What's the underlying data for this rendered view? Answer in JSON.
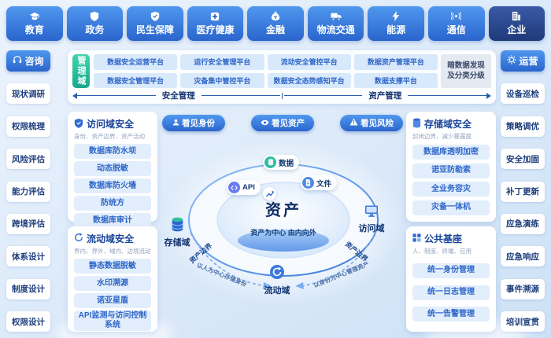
{
  "industries": [
    {
      "label": "教育"
    },
    {
      "label": "政务"
    },
    {
      "label": "民生保障"
    },
    {
      "label": "医疗健康"
    },
    {
      "label": "金融"
    },
    {
      "label": "物流交通"
    },
    {
      "label": "能源"
    },
    {
      "label": "通信"
    },
    {
      "label": "企业"
    }
  ],
  "consult": {
    "title": "咨询",
    "items": [
      "现状调研",
      "权限梳理",
      "风险评估",
      "能力评估",
      "跨境评估",
      "体系设计",
      "制度设计",
      "权限设计"
    ]
  },
  "operate": {
    "title": "运营",
    "items": [
      "设备巡检",
      "策略调优",
      "安全加固",
      "补丁更新",
      "应急演练",
      "应急响应",
      "事件溯源",
      "培训宣贯"
    ]
  },
  "management": {
    "tab": "管理域",
    "row1": [
      "数据安全运营平台",
      "运行安全管理平台",
      "流动安全管控平台",
      "数据资产管理平台"
    ],
    "row2": [
      "数据安全管理平台",
      "灾备集中管控平台",
      "数据安全态势感知平台",
      "数据支撑平台"
    ],
    "special": "暗数据发现及分类分级",
    "security": "安全管理",
    "asset": "资产管理"
  },
  "panels": {
    "access": {
      "title": "访问域安全",
      "subtitle": "身份、资产边界、资产活动",
      "items": [
        "数据库防水坝",
        "动态脱敏",
        "数据库防火墙",
        "防统方",
        "数据库审计"
      ]
    },
    "flow": {
      "title": "流动域安全",
      "subtitle": "界内、界外、域内、边境流动",
      "items": [
        "静态数据脱敏",
        "水印溯源",
        "诺亚星盾",
        "API监测与访问控制系统"
      ]
    },
    "storage": {
      "title": "存储域安全",
      "subtitle": "封闭边界、减少暴露面",
      "items": [
        "数据库透明加密",
        "诺亚防勒索",
        "全业务容灾",
        "灾备一体机"
      ]
    },
    "base": {
      "title": "公共基座",
      "subtitle": "人、制度、终端、应用",
      "items": [
        "统一身份管理",
        "统一日志管理",
        "统一告警管理"
      ]
    }
  },
  "center": {
    "see": [
      "看见身份",
      "看见资产",
      "看见风险"
    ],
    "core": "资产",
    "tagline": "资产为中心  由内向外",
    "bubbles": [
      "数据",
      "文件",
      "API"
    ],
    "domains": [
      "存储域",
      "访问域",
      "流动域"
    ],
    "boundary_left": "资产边界",
    "boundary_right": "资产边界",
    "arc_text_left": "以人为中心存储身份",
    "arc_text_right": "以身份为中心管理资产"
  },
  "colors": {
    "accent_blue": "#2a65cd",
    "teal": "#2fbfa0",
    "navy": "#0e2c63",
    "pill_blue": "#d9e9fc"
  }
}
